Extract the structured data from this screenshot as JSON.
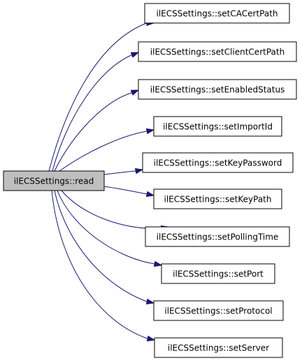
{
  "diagram": {
    "root": {
      "id": "read",
      "label": "ilECSSettings::read"
    },
    "callees": [
      {
        "id": "setCACertPath",
        "label": "ilECSSettings::setCACertPath"
      },
      {
        "id": "setClientCertPath",
        "label": "ilECSSettings::setClientCertPath"
      },
      {
        "id": "setEnabledStatus",
        "label": "ilECSSettings::setEnabledStatus"
      },
      {
        "id": "setImportId",
        "label": "ilECSSettings::setImportId"
      },
      {
        "id": "setKeyPassword",
        "label": "ilECSSettings::setKeyPassword"
      },
      {
        "id": "setKeyPath",
        "label": "ilECSSettings::setKeyPath"
      },
      {
        "id": "setPollingTime",
        "label": "ilECSSettings::setPollingTime"
      },
      {
        "id": "setPort",
        "label": "ilECSSettings::setPort"
      },
      {
        "id": "setProtocol",
        "label": "ilECSSettings::setProtocol"
      },
      {
        "id": "setServer",
        "label": "ilECSSettings::setServer"
      }
    ],
    "colors": {
      "edge": "#191970",
      "root_fill": "#bfbfbf",
      "node_fill": "#ffffff",
      "border": "#000000"
    }
  }
}
